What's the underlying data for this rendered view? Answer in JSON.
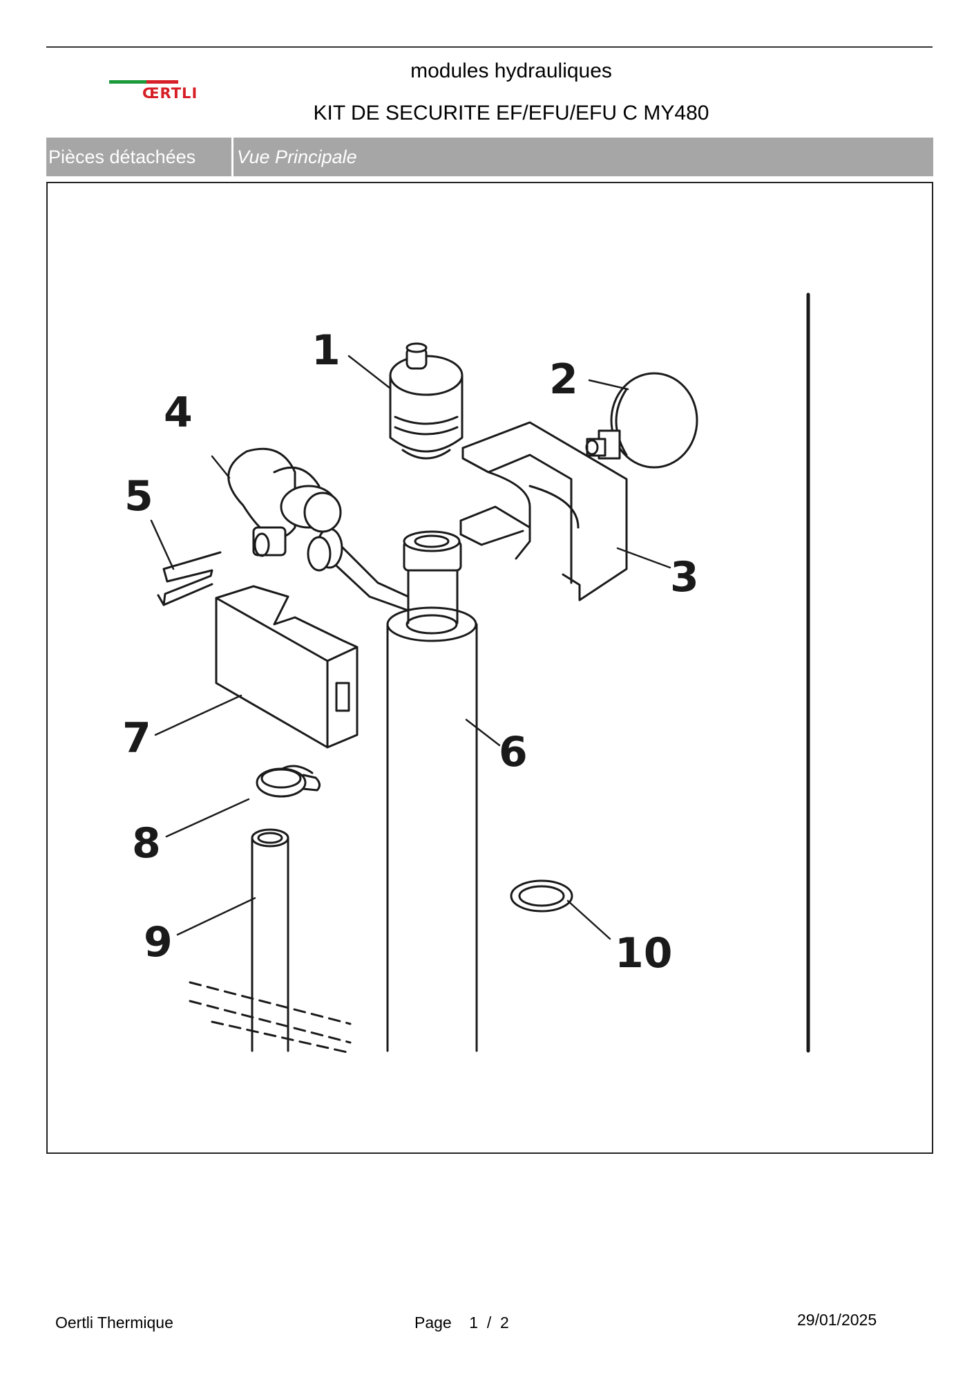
{
  "header": {
    "brand": "ŒRTLI",
    "title": "modules hydrauliques",
    "subtitle": "KIT DE SECURITE  EF/EFU/EFU C  MY480"
  },
  "tabs": {
    "section": "Pièces détachées",
    "view": "Vue Principale"
  },
  "diagram": {
    "callouts": [
      "1",
      "2",
      "3",
      "4",
      "5",
      "6",
      "7",
      "8",
      "9",
      "10"
    ]
  },
  "footer": {
    "company": "Oertli Thermique",
    "page": "Page    1  /  2",
    "date": "29/01/2025"
  }
}
